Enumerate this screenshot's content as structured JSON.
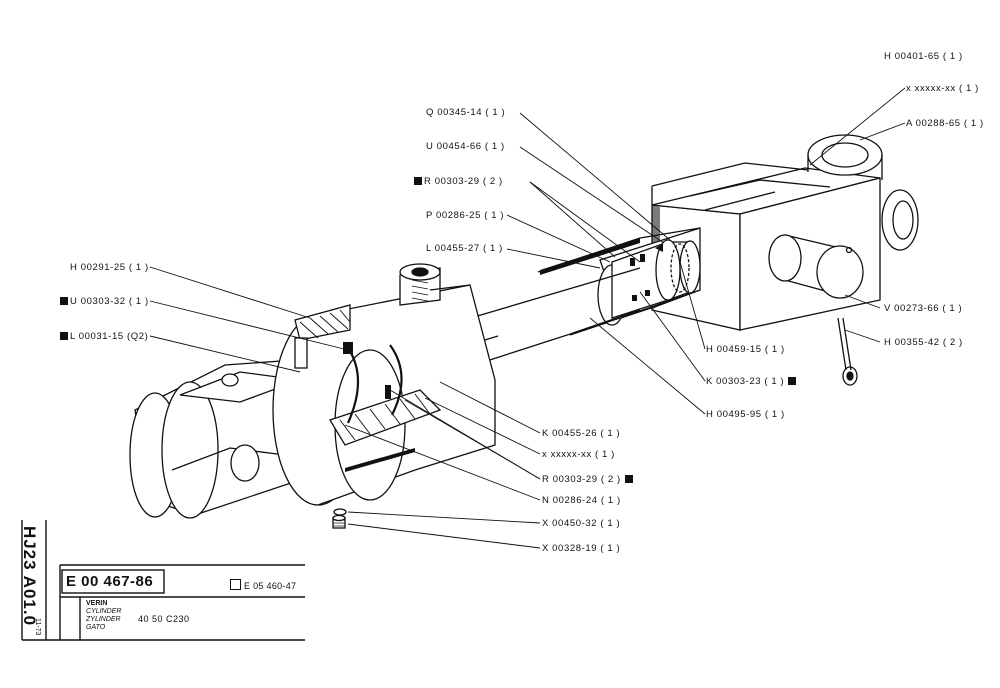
{
  "title_block": {
    "drawing_code": "HJ23 A01.0",
    "date": "11-73",
    "part_number": "E 00 467-86",
    "reference": "E 05 460-47",
    "names": [
      "VERIN",
      "CYLINDER",
      "ZYLINDER",
      "GATO"
    ],
    "spec": "40 50 C230"
  },
  "callouts": {
    "c01": "H 00401-65 ( 1 )",
    "c02": "x xxxxx-xx ( 1 )",
    "c03": "A 00288-65 ( 1 )",
    "c04": "Q 00345-14 ( 1 )",
    "c05": "U 00454-66 ( 1 )",
    "c06": "R 00303-29 ( 2 )",
    "c07": "P 00286-25 ( 1 )",
    "c08": "L 00455-27 ( 1 )",
    "c09": "H 00291-25 ( 1 )",
    "c10": "U 00303-32 ( 1 )",
    "c11": "L 00031-15 (Q2)",
    "c12": "V 00273-66 ( 1 )",
    "c13": "H 00355-42 ( 2 )",
    "c14": "H 00459-15 ( 1 )",
    "c15": "K 00303-23 ( 1 )",
    "c16": "H 00495-95 ( 1 )",
    "c17": "K 00455-26 ( 1 )",
    "c18": "x xxxxx-xx ( 1 )",
    "c19": "R 00303-29 ( 2 )",
    "c20": "N 00286-24 ( 1 )",
    "c21": "X 00450-32 ( 1 )",
    "c22": "X 00328-19 ( 1 )"
  },
  "marked_callouts": [
    "c06",
    "c10",
    "c11",
    "c15",
    "c19"
  ]
}
